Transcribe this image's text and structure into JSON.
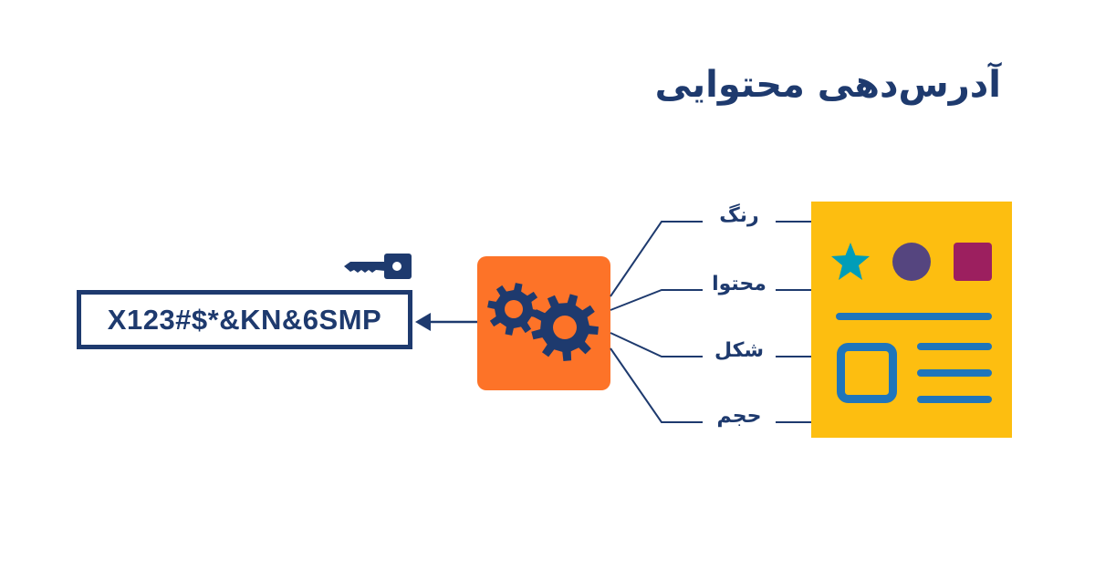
{
  "title": "آدرس‌دهی محتوایی",
  "hash_code": "X123#$*&KN&6SMP",
  "attributes": [
    "رنگ",
    "محتوا",
    "شکل",
    "حجم"
  ],
  "icons": {
    "key": "key-icon",
    "gears": "gears-icon",
    "document": "content-card-icon"
  },
  "colors": {
    "navy": "#1e3a6e",
    "orange": "#fd7328",
    "yellow": "#fdbe10",
    "teal": "#009db8",
    "purple": "#55457f",
    "magenta": "#9c1f5f",
    "blue": "#1f75bb"
  }
}
